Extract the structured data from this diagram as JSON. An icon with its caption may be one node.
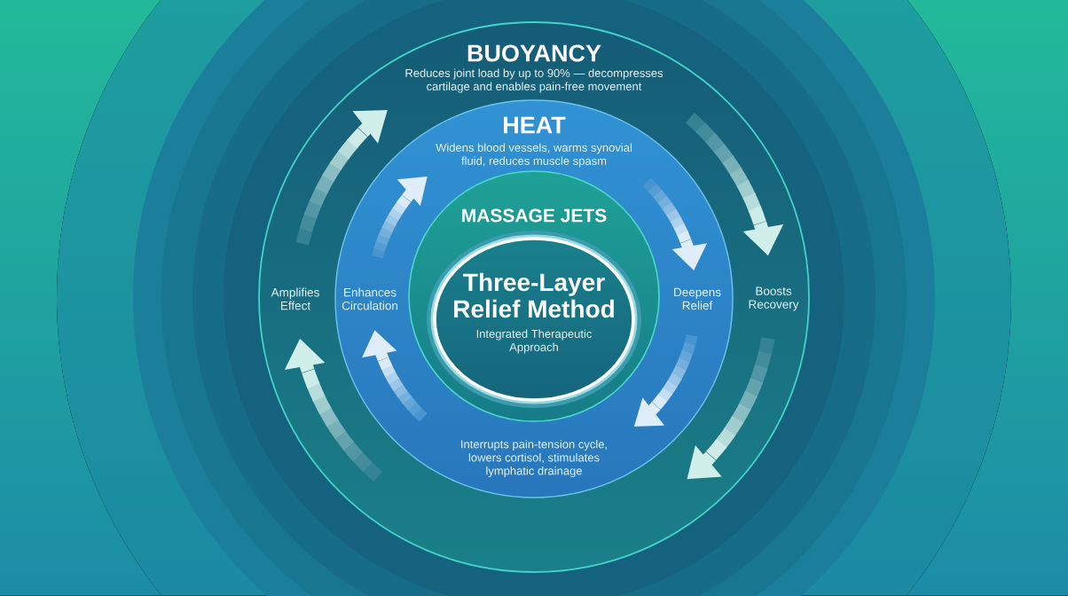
{
  "diagram": {
    "nodes": [
      {
        "text": [
          "BUOYANCY",
          "Reduces joint load by up to 90% — decompresses cartilage and enables pain-free movement"
        ]
      },
      {
        "text": [
          "HEAT",
          "Widens blood vessels, warms synovial fluid, reduces muscle spasm"
        ],
        "in": 0
      },
      {
        "text": [
          "MASSAGE JETS"
        ],
        "in": 1,
        "beside": [
          "Interrupts pain-tension cycle, lowers cortisol, stimulates lymphatic drainage"
        ]
      },
      {
        "text": [
          "Three-Layer Relief Method",
          "Integrated Therapeutic Approach"
        ],
        "in": 2
      }
    ],
    "labels": [
      "Amplifies Effect",
      "Enhances Circulation",
      "Deepens Relief",
      "Boosts Recovery"
    ]
  }
}
